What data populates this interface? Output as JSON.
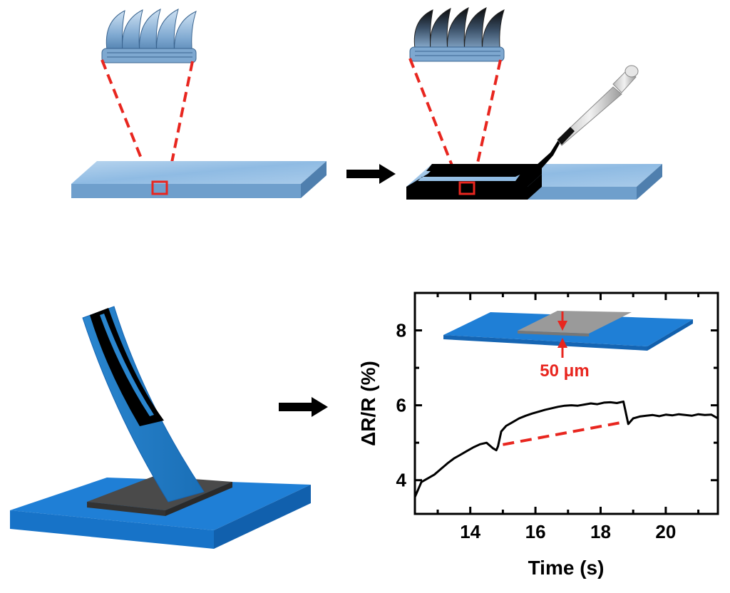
{
  "colors": {
    "fabric_light": "#9cc3e6",
    "fabric_mid": "#6ea3d3",
    "fabric_dark": "#3f6f9f",
    "ink": "#000000",
    "zoom_outline": "#e8261f",
    "substrate_blue": "#1f7fd6",
    "substrate_side": "#1565b3",
    "sensor_dark": "#555555",
    "curve": "#000000",
    "guide_line": "#e8261f"
  },
  "icons": {
    "process_arrow": "right-arrow-icon",
    "pipette": "pipette-icon",
    "fiber_bundle": "fiber-bundle-icon"
  },
  "inset": {
    "thickness_label": "50 μm"
  },
  "chart_data": {
    "type": "line",
    "xlabel": "Time (s)",
    "ylabel": "ΔR/R (%)",
    "xlim": [
      12.3,
      21.6
    ],
    "ylim": [
      3.1,
      9.0
    ],
    "xticks": [
      14,
      16,
      18,
      20
    ],
    "yticks": [
      4,
      6,
      8
    ],
    "xtick_labels": [
      "14",
      "16",
      "18",
      "20"
    ],
    "ytick_labels": [
      "4",
      "6",
      "8"
    ],
    "series": [
      {
        "x": [
          12.3,
          12.5,
          12.7,
          12.9,
          13.1,
          13.3,
          13.5,
          13.7,
          13.9,
          14.1,
          14.3,
          14.5,
          14.7,
          14.8,
          14.85,
          14.95,
          15.1,
          15.3,
          15.5,
          15.7,
          15.9,
          16.1,
          16.3,
          16.5,
          16.7,
          16.9,
          17.1,
          17.3,
          17.5,
          17.7,
          17.9,
          18.1,
          18.3,
          18.5,
          18.7,
          18.75,
          18.85,
          19.0,
          19.2,
          19.4,
          19.6,
          19.8,
          20.0,
          20.2,
          20.4,
          20.6,
          20.8,
          21.0,
          21.2,
          21.4,
          21.6
        ],
        "y": [
          3.55,
          3.95,
          4.05,
          4.15,
          4.3,
          4.45,
          4.58,
          4.68,
          4.78,
          4.88,
          4.96,
          5.0,
          4.85,
          4.8,
          4.9,
          5.3,
          5.45,
          5.55,
          5.65,
          5.72,
          5.78,
          5.83,
          5.88,
          5.92,
          5.96,
          5.99,
          6.0,
          5.99,
          6.02,
          6.05,
          6.03,
          6.07,
          6.08,
          6.06,
          6.1,
          5.9,
          5.5,
          5.65,
          5.7,
          5.72,
          5.74,
          5.71,
          5.75,
          5.73,
          5.76,
          5.74,
          5.72,
          5.76,
          5.74,
          5.75,
          5.65
        ]
      }
    ],
    "guide_line": {
      "x": [
        15.0,
        18.7
      ],
      "y": [
        4.95,
        5.55
      ]
    },
    "grid": false,
    "legend": "none"
  }
}
